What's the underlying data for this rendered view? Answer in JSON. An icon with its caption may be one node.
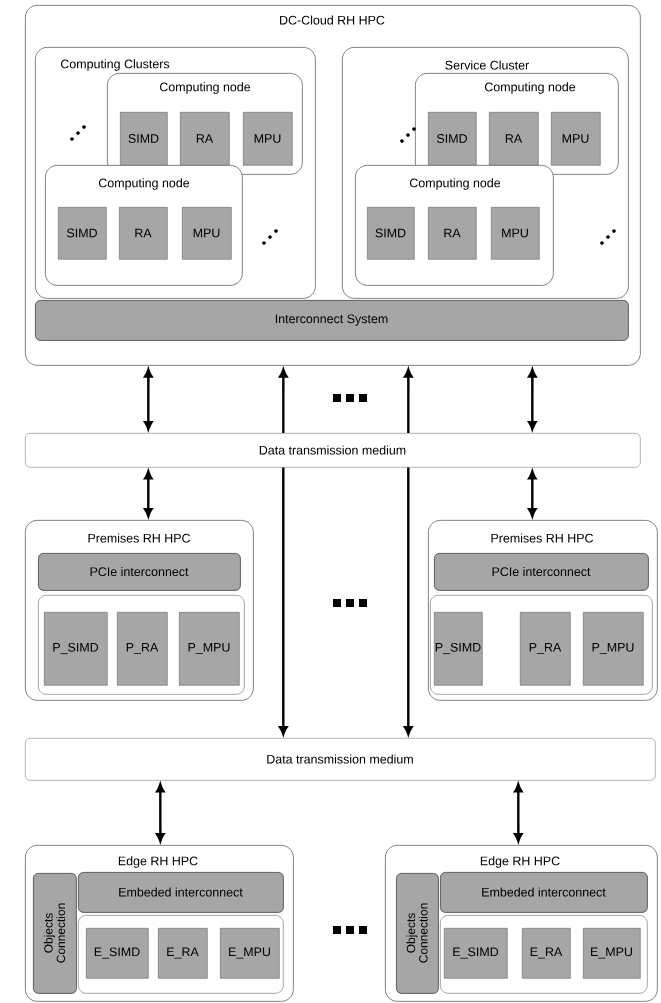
{
  "diagram": {
    "nodes": [
      {
        "text": [
          "DC-Cloud RH HPC"
        ]
      },
      {
        "text": [
          "Computing Clusters"
        ],
        "in": 0
      },
      {
        "text": [
          "Computing node"
        ],
        "in": 1
      },
      {
        "text": [
          "SIMD"
        ],
        "in": 2
      },
      {
        "text": [
          "RA"
        ],
        "in": 2
      },
      {
        "text": [
          "MPU"
        ],
        "in": 2
      },
      {
        "text": [
          "Computing node"
        ],
        "in": 1
      },
      {
        "text": [
          "SIMD"
        ],
        "in": 6
      },
      {
        "text": [
          "RA"
        ],
        "in": 6
      },
      {
        "text": [
          "MPU"
        ],
        "in": 6
      },
      {
        "text": [
          "Service Cluster"
        ],
        "in": 0
      },
      {
        "text": [
          "Computing node"
        ],
        "in": 10
      },
      {
        "text": [
          "SIMD"
        ],
        "in": 11
      },
      {
        "text": [
          "RA"
        ],
        "in": 11
      },
      {
        "text": [
          "MPU"
        ],
        "in": 11
      },
      {
        "text": [
          "Computing node"
        ],
        "in": 10
      },
      {
        "text": [
          "SIMD"
        ],
        "in": 15
      },
      {
        "text": [
          "RA"
        ],
        "in": 15
      },
      {
        "text": [
          "MPU"
        ],
        "in": 15
      },
      {
        "text": [
          "Interconnect System"
        ],
        "in": 0
      },
      {
        "text": [
          "Data transmission medium"
        ]
      },
      {
        "text": [
          "Premises RH HPC"
        ]
      },
      {
        "text": [
          "PCIe interconnect"
        ],
        "in": 21
      },
      {
        "text": [],
        "shape": "box",
        "in": 21
      },
      {
        "text": [
          "P_SIMD"
        ],
        "in": 23
      },
      {
        "text": [
          "P_RA"
        ],
        "in": 23
      },
      {
        "text": [
          "P_MPU"
        ],
        "in": 23
      },
      {
        "text": [
          "Premises RH HPC"
        ]
      },
      {
        "text": [
          "PCIe interconnect"
        ],
        "in": 27
      },
      {
        "text": [],
        "shape": "box",
        "in": 27
      },
      {
        "text": [
          "P_SIMD"
        ],
        "in": 29
      },
      {
        "text": [
          "P_RA"
        ],
        "in": 29
      },
      {
        "text": [
          "P_MPU"
        ],
        "in": 29
      },
      {
        "text": [
          "Data transmission medium"
        ]
      },
      {
        "text": [
          "Edge RH HPC"
        ]
      },
      {
        "text": [
          "Objects Connection"
        ],
        "in": 34
      },
      {
        "text": [
          "Embeded interconnect"
        ],
        "in": 34
      },
      {
        "text": [],
        "shape": "box",
        "in": 34
      },
      {
        "text": [
          "E_SIMD"
        ],
        "in": 37
      },
      {
        "text": [
          "E_RA"
        ],
        "in": 37
      },
      {
        "text": [
          "E_MPU"
        ],
        "in": 37
      },
      {
        "text": [
          "Edge RH HPC"
        ]
      },
      {
        "text": [
          "Objects Connection"
        ],
        "in": 41
      },
      {
        "text": [
          "Embeded interconnect"
        ],
        "in": 41
      },
      {
        "text": [],
        "shape": "box",
        "in": 41
      },
      {
        "text": [
          "E_SIMD"
        ],
        "in": 44
      },
      {
        "text": [
          "E_RA"
        ],
        "in": 44
      },
      {
        "text": [
          "E_MPU"
        ],
        "in": 44
      }
    ],
    "edges": [
      {
        "from": 20,
        "to": 0,
        "arrow": "to"
      },
      {
        "from": 20,
        "to": 0,
        "arrow": "to"
      },
      {
        "from": 20,
        "to": 33,
        "arrow": "to"
      },
      {
        "from": 20,
        "to": 33,
        "arrow": "to"
      },
      {
        "from": 0,
        "to": 20,
        "arrow": "both"
      },
      {
        "from": 0,
        "to": 20,
        "arrow": "both"
      },
      {
        "from": 20,
        "to": 21,
        "arrow": "both"
      },
      {
        "from": 20,
        "to": 27,
        "arrow": "both"
      },
      {
        "from": 33,
        "to": 34,
        "arrow": "both"
      },
      {
        "from": 33,
        "to": 41,
        "arrow": "both"
      }
    ]
  }
}
